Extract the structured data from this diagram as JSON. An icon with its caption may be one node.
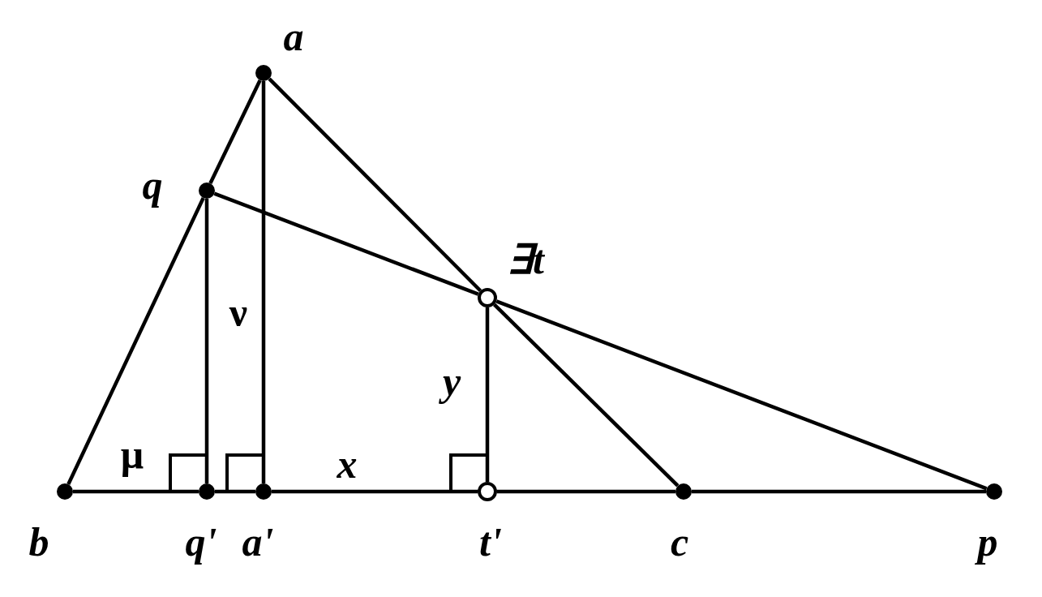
{
  "diagram": {
    "nodes": [
      {
        "text": [],
        "shape": "dot",
        "beside": [
          "a"
        ]
      },
      {
        "text": [],
        "shape": "dot",
        "beside": [
          "q"
        ]
      },
      {
        "text": [],
        "shape": "circle",
        "beside": [
          "∃t"
        ]
      },
      {
        "text": [],
        "shape": "dot",
        "beside": [
          "b"
        ]
      },
      {
        "text": [],
        "shape": "dot",
        "beside": [
          "q'"
        ]
      },
      {
        "text": [],
        "shape": "dot",
        "beside": [
          "a'"
        ]
      },
      {
        "text": [],
        "shape": "circle",
        "beside": [
          "t'"
        ]
      },
      {
        "text": [],
        "shape": "dot",
        "beside": [
          "c"
        ]
      },
      {
        "text": [],
        "shape": "dot",
        "beside": [
          "p"
        ]
      }
    ],
    "edges": [
      {
        "from": 0,
        "to": 1,
        "arrow": "none"
      },
      {
        "from": 1,
        "to": 3,
        "arrow": "none"
      },
      {
        "from": 0,
        "to": 5,
        "arrow": "none",
        "label": "ν"
      },
      {
        "from": 0,
        "to": 2,
        "arrow": "none"
      },
      {
        "from": 2,
        "to": 7,
        "arrow": "none"
      },
      {
        "from": 1,
        "to": 4,
        "arrow": "none"
      },
      {
        "from": 1,
        "to": 2,
        "arrow": "none"
      },
      {
        "from": 2,
        "to": 8,
        "arrow": "none"
      },
      {
        "from": 2,
        "to": 6,
        "arrow": "none",
        "label": "y"
      },
      {
        "from": 3,
        "to": 4,
        "arrow": "none",
        "label": "μ"
      },
      {
        "from": 4,
        "to": 5,
        "arrow": "none"
      },
      {
        "from": 5,
        "to": 6,
        "arrow": "none",
        "label": "x"
      },
      {
        "from": 6,
        "to": 7,
        "arrow": "none"
      },
      {
        "from": 7,
        "to": 8,
        "arrow": "none"
      }
    ]
  }
}
